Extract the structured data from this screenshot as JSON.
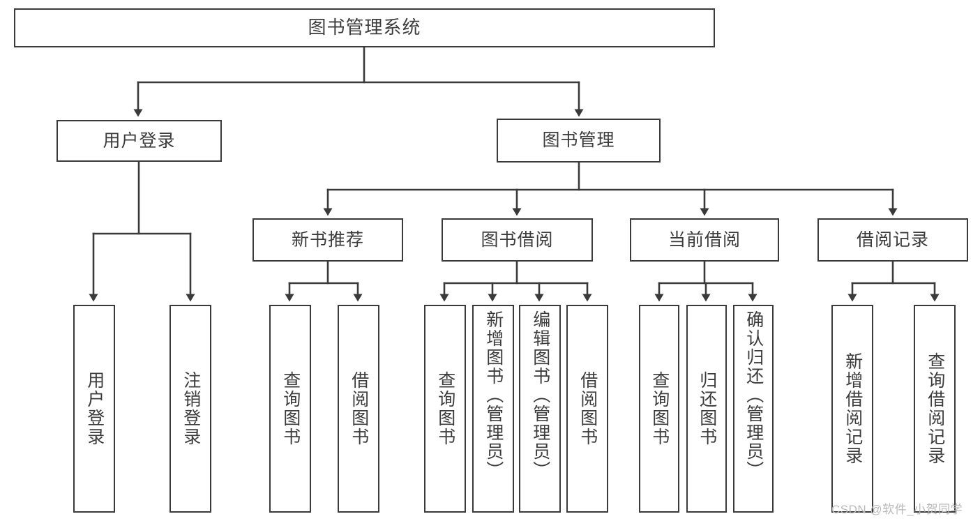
{
  "diagram": {
    "title": "图书管理系统",
    "type": "功能结构图",
    "stroke_color": "#3a3a3a",
    "text_color": "#3c3c3c",
    "background_color": "#ffffff"
  },
  "nodes": {
    "root": {
      "label": "图书管理系统"
    },
    "level1": [
      {
        "id": "user-login",
        "label": "用户登录"
      },
      {
        "id": "book-manage",
        "label": "图书管理"
      }
    ],
    "level2": [
      {
        "id": "new-book-recommend",
        "label": "新书推荐"
      },
      {
        "id": "book-borrow",
        "label": "图书借阅"
      },
      {
        "id": "current-borrow",
        "label": "当前借阅"
      },
      {
        "id": "borrow-record",
        "label": "借阅记录"
      }
    ],
    "leaves": {
      "user_login": [
        {
          "id": "leaf-user-login",
          "label": "用户登录"
        },
        {
          "id": "leaf-user-logout",
          "label": "注销登录"
        }
      ],
      "new_book_recommend": [
        {
          "id": "leaf-query-book-1",
          "label": "查询图书"
        },
        {
          "id": "leaf-borrow-book-1",
          "label": "借阅图书"
        }
      ],
      "book_borrow": [
        {
          "id": "leaf-query-book-2",
          "label": "查询图书"
        },
        {
          "id": "leaf-add-book",
          "label": "新增图书（管理员）"
        },
        {
          "id": "leaf-edit-book",
          "label": "编辑图书（管理员）"
        },
        {
          "id": "leaf-borrow-book-2",
          "label": "借阅图书"
        }
      ],
      "current_borrow": [
        {
          "id": "leaf-query-book-3",
          "label": "查询图书"
        },
        {
          "id": "leaf-return-book",
          "label": "归还图书"
        },
        {
          "id": "leaf-confirm-return",
          "label": "确认归还（管理员）"
        }
      ],
      "borrow_record": [
        {
          "id": "leaf-add-record",
          "label": "新增借阅记录"
        },
        {
          "id": "leaf-query-record",
          "label": "查询借阅记录"
        }
      ]
    }
  },
  "watermark": {
    "text": "CSDN @软件_小贺同学"
  }
}
